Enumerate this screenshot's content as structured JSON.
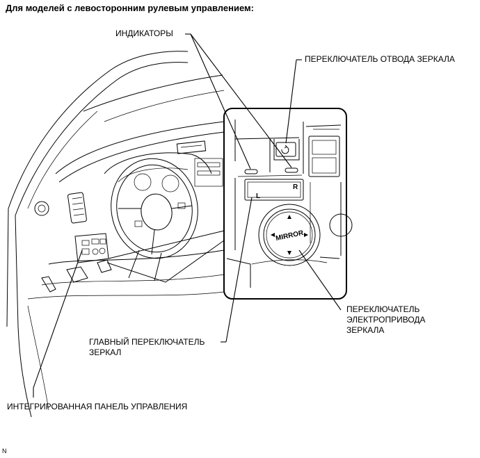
{
  "header": {
    "title": "Для моделей с левосторонним рулевым управлением:"
  },
  "callouts": {
    "indicators": "ИНДИКАТОРЫ",
    "retract_switch": "ПЕРЕКЛЮЧАТЕЛЬ ОТВОДА ЗЕРКАЛА",
    "power_switch_line1": "ПЕРЕКЛЮЧАТЕЛЬ",
    "power_switch_line2": "ЭЛЕКТРОПРИВОДА",
    "power_switch_line3": "ЗЕРКАЛА",
    "master_switch_line1": "ГЛАВНЫЙ ПЕРЕКЛЮЧАТЕЛЬ",
    "master_switch_line2": "ЗЕРКАЛ",
    "integrated_panel": "ИНТЕГРИРОВАННАЯ ПАНЕЛЬ УПРАВЛЕНИЯ"
  },
  "switch_markings": {
    "mirror": "MIRROR",
    "left": "L",
    "right": "R"
  },
  "footer": {
    "code": "N"
  }
}
